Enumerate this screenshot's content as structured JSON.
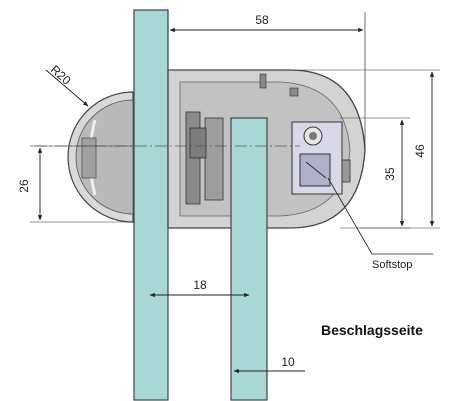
{
  "diagram": {
    "caption": "Beschlagsseite",
    "callout": "Softstop",
    "dimensions": {
      "total_width": "58",
      "radius": "R20",
      "left_height": "26",
      "inner_height": "35",
      "outer_height": "46",
      "gap_width": "18",
      "glass_thickness": "10"
    },
    "colors": {
      "glass": "#a8d8d6",
      "metal": "#c9c9c9",
      "dark": "#8a8a8a",
      "line": "#333333"
    }
  }
}
